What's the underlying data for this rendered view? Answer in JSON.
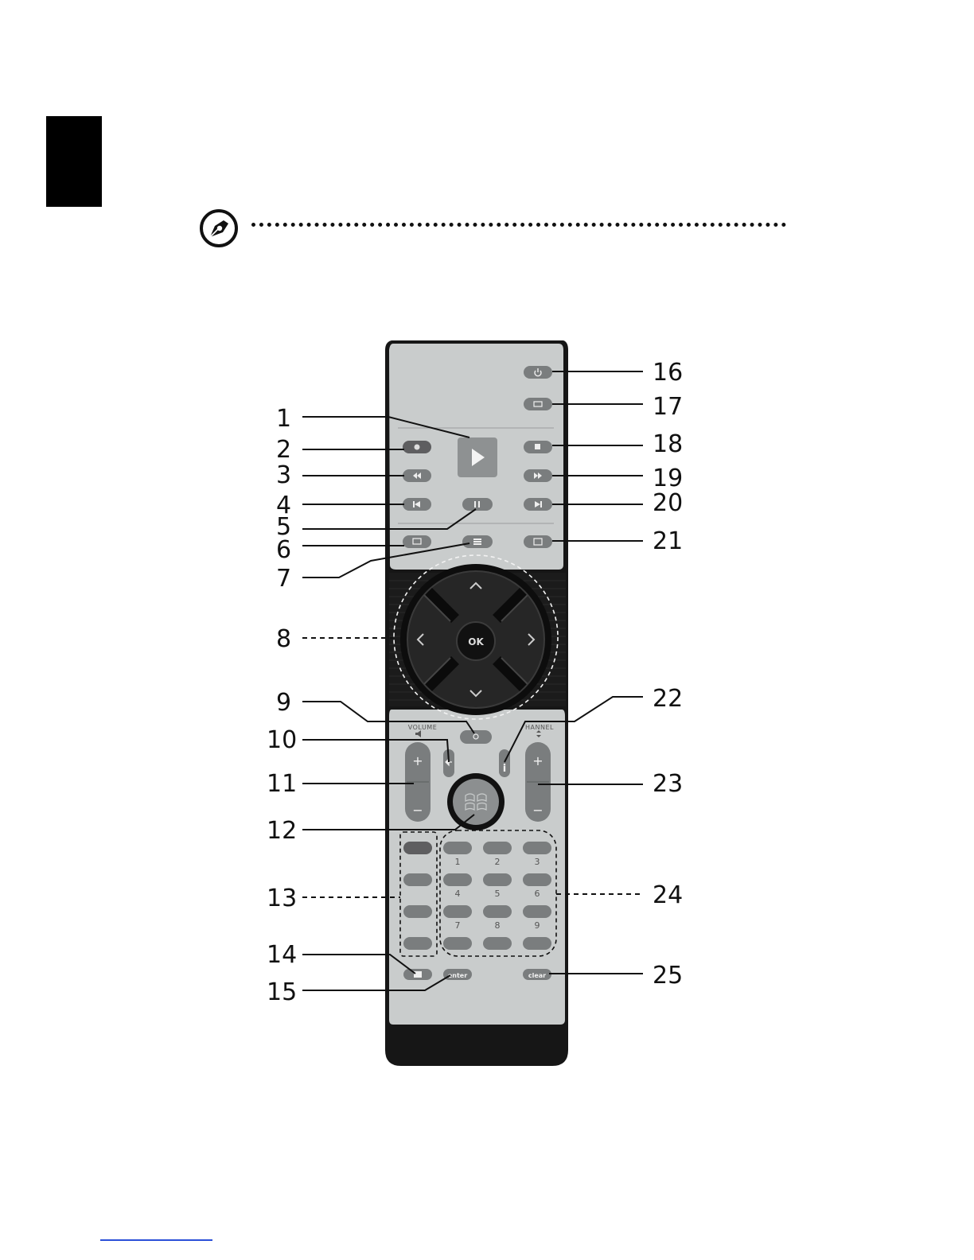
{
  "remote": {
    "callouts_left": [
      "1",
      "2",
      "3",
      "4",
      "5",
      "6",
      "7",
      "8",
      "9",
      "10",
      "11",
      "12",
      "13",
      "14",
      "15"
    ],
    "callouts_right": [
      "16",
      "17",
      "18",
      "19",
      "20",
      "21",
      "22",
      "23",
      "24",
      "25"
    ],
    "ok_label": "OK",
    "volume_label": "VOLUME",
    "channel_label": "HANNEL",
    "plus_label": "+",
    "minus_label": "−",
    "info_label": "i",
    "keypad": [
      "1",
      "2",
      "3",
      "4",
      "5",
      "6",
      "7",
      "8",
      "9"
    ],
    "enter_label": "enter",
    "clear_label": "clear",
    "colors": {
      "face": "#c9cccc",
      "body": "#161616",
      "button": "#7a7d7e",
      "red_button": "#5e5e60"
    }
  }
}
